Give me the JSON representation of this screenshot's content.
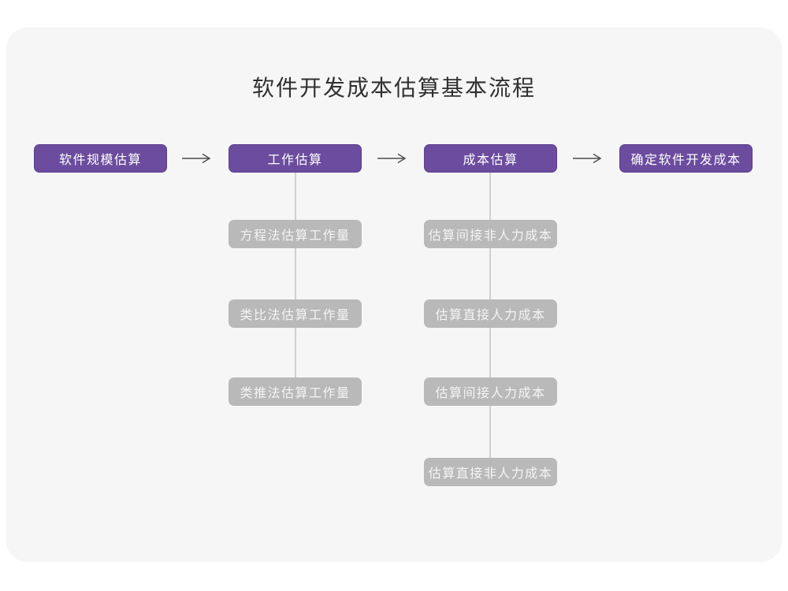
{
  "title": "软件开发成本估算基本流程",
  "colors": {
    "page_bg": "#ffffff",
    "panel_bg": "#f6f6f6",
    "purple": "#6b4c9e",
    "purple_border": "#5c3f8e",
    "gray_node": "#b9b9b9",
    "connector": "#d0d0d0",
    "arrow": "#4d4d4d",
    "title_color": "#303030"
  },
  "flow": {
    "stages": [
      {
        "label": "软件规模估算",
        "children": []
      },
      {
        "label": "工作估算",
        "children": [
          "方程法估算工作量",
          "类比法估算工作量",
          "类推法估算工作量"
        ]
      },
      {
        "label": "成本估算",
        "children": [
          "估算间接非人力成本",
          "估算直接人力成本",
          "估算间接人力成本",
          "估算直接非人力成本"
        ]
      },
      {
        "label": "确定软件开发成本",
        "children": []
      }
    ]
  }
}
